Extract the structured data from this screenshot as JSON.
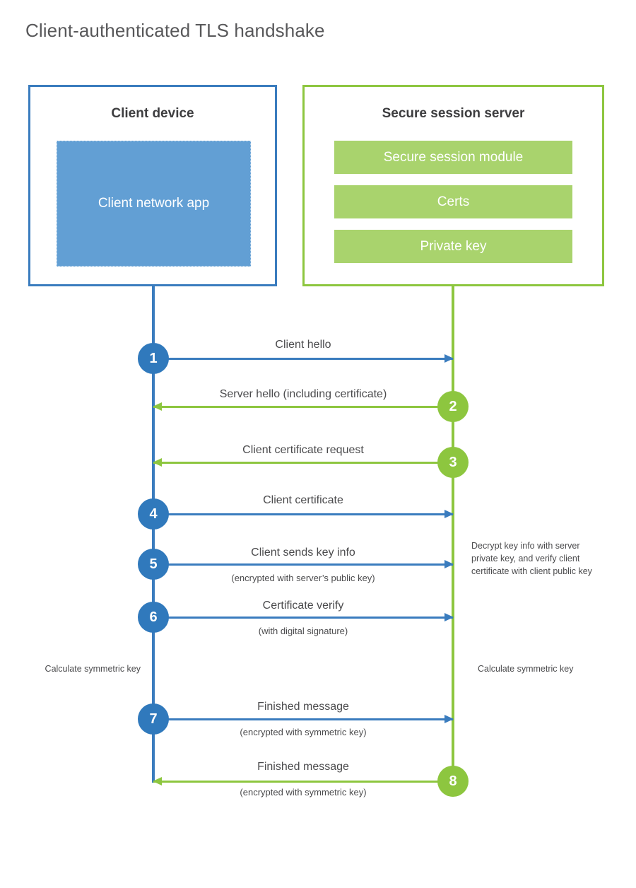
{
  "diagram": {
    "title": "Client-authenticated TLS handshake",
    "type": "sequence-diagram",
    "colors": {
      "client_blue": "#3a7cbe",
      "client_app_fill": "#629fd4",
      "server_green": "#8dc63f",
      "server_bar_fill": "#a9d36d",
      "step_circle_blue": "#3079bc",
      "text_gray": "#4b4b4d",
      "title_gray": "#58585a"
    }
  },
  "parties": {
    "client": {
      "title": "Client device",
      "component": "Client network app"
    },
    "server": {
      "title": "Secure session server",
      "components": [
        "Secure session module",
        "Certs",
        "Private key"
      ]
    }
  },
  "steps": [
    {
      "number": "1",
      "label": "Client hello",
      "sublabel": "",
      "direction": "client-to-server",
      "color": "blue"
    },
    {
      "number": "2",
      "label": "Server hello (including certificate)",
      "sublabel": "",
      "direction": "server-to-client",
      "color": "green"
    },
    {
      "number": "3",
      "label": "Client certificate request",
      "sublabel": "",
      "direction": "server-to-client",
      "color": "green"
    },
    {
      "number": "4",
      "label": "Client certificate",
      "sublabel": "",
      "direction": "client-to-server",
      "color": "blue"
    },
    {
      "number": "5",
      "label": "Client sends key info",
      "sublabel": "(encrypted with server’s public key)",
      "direction": "client-to-server",
      "color": "blue"
    },
    {
      "number": "6",
      "label": "Certificate verify",
      "sublabel": "(with digital signature)",
      "direction": "client-to-server",
      "color": "blue"
    },
    {
      "number": "7",
      "label": "Finished message",
      "sublabel": "(encrypted with symmetric key)",
      "direction": "client-to-server",
      "color": "blue"
    },
    {
      "number": "8",
      "label": "Finished message",
      "sublabel": "(encrypted with symmetric key)",
      "direction": "server-to-client",
      "color": "green"
    }
  ],
  "annotations": {
    "server_decrypt": "Decrypt key info with server private key, and verify client certificate with client public key",
    "client_calculate": "Calculate symmetric key",
    "server_calculate": "Calculate symmetric key"
  }
}
